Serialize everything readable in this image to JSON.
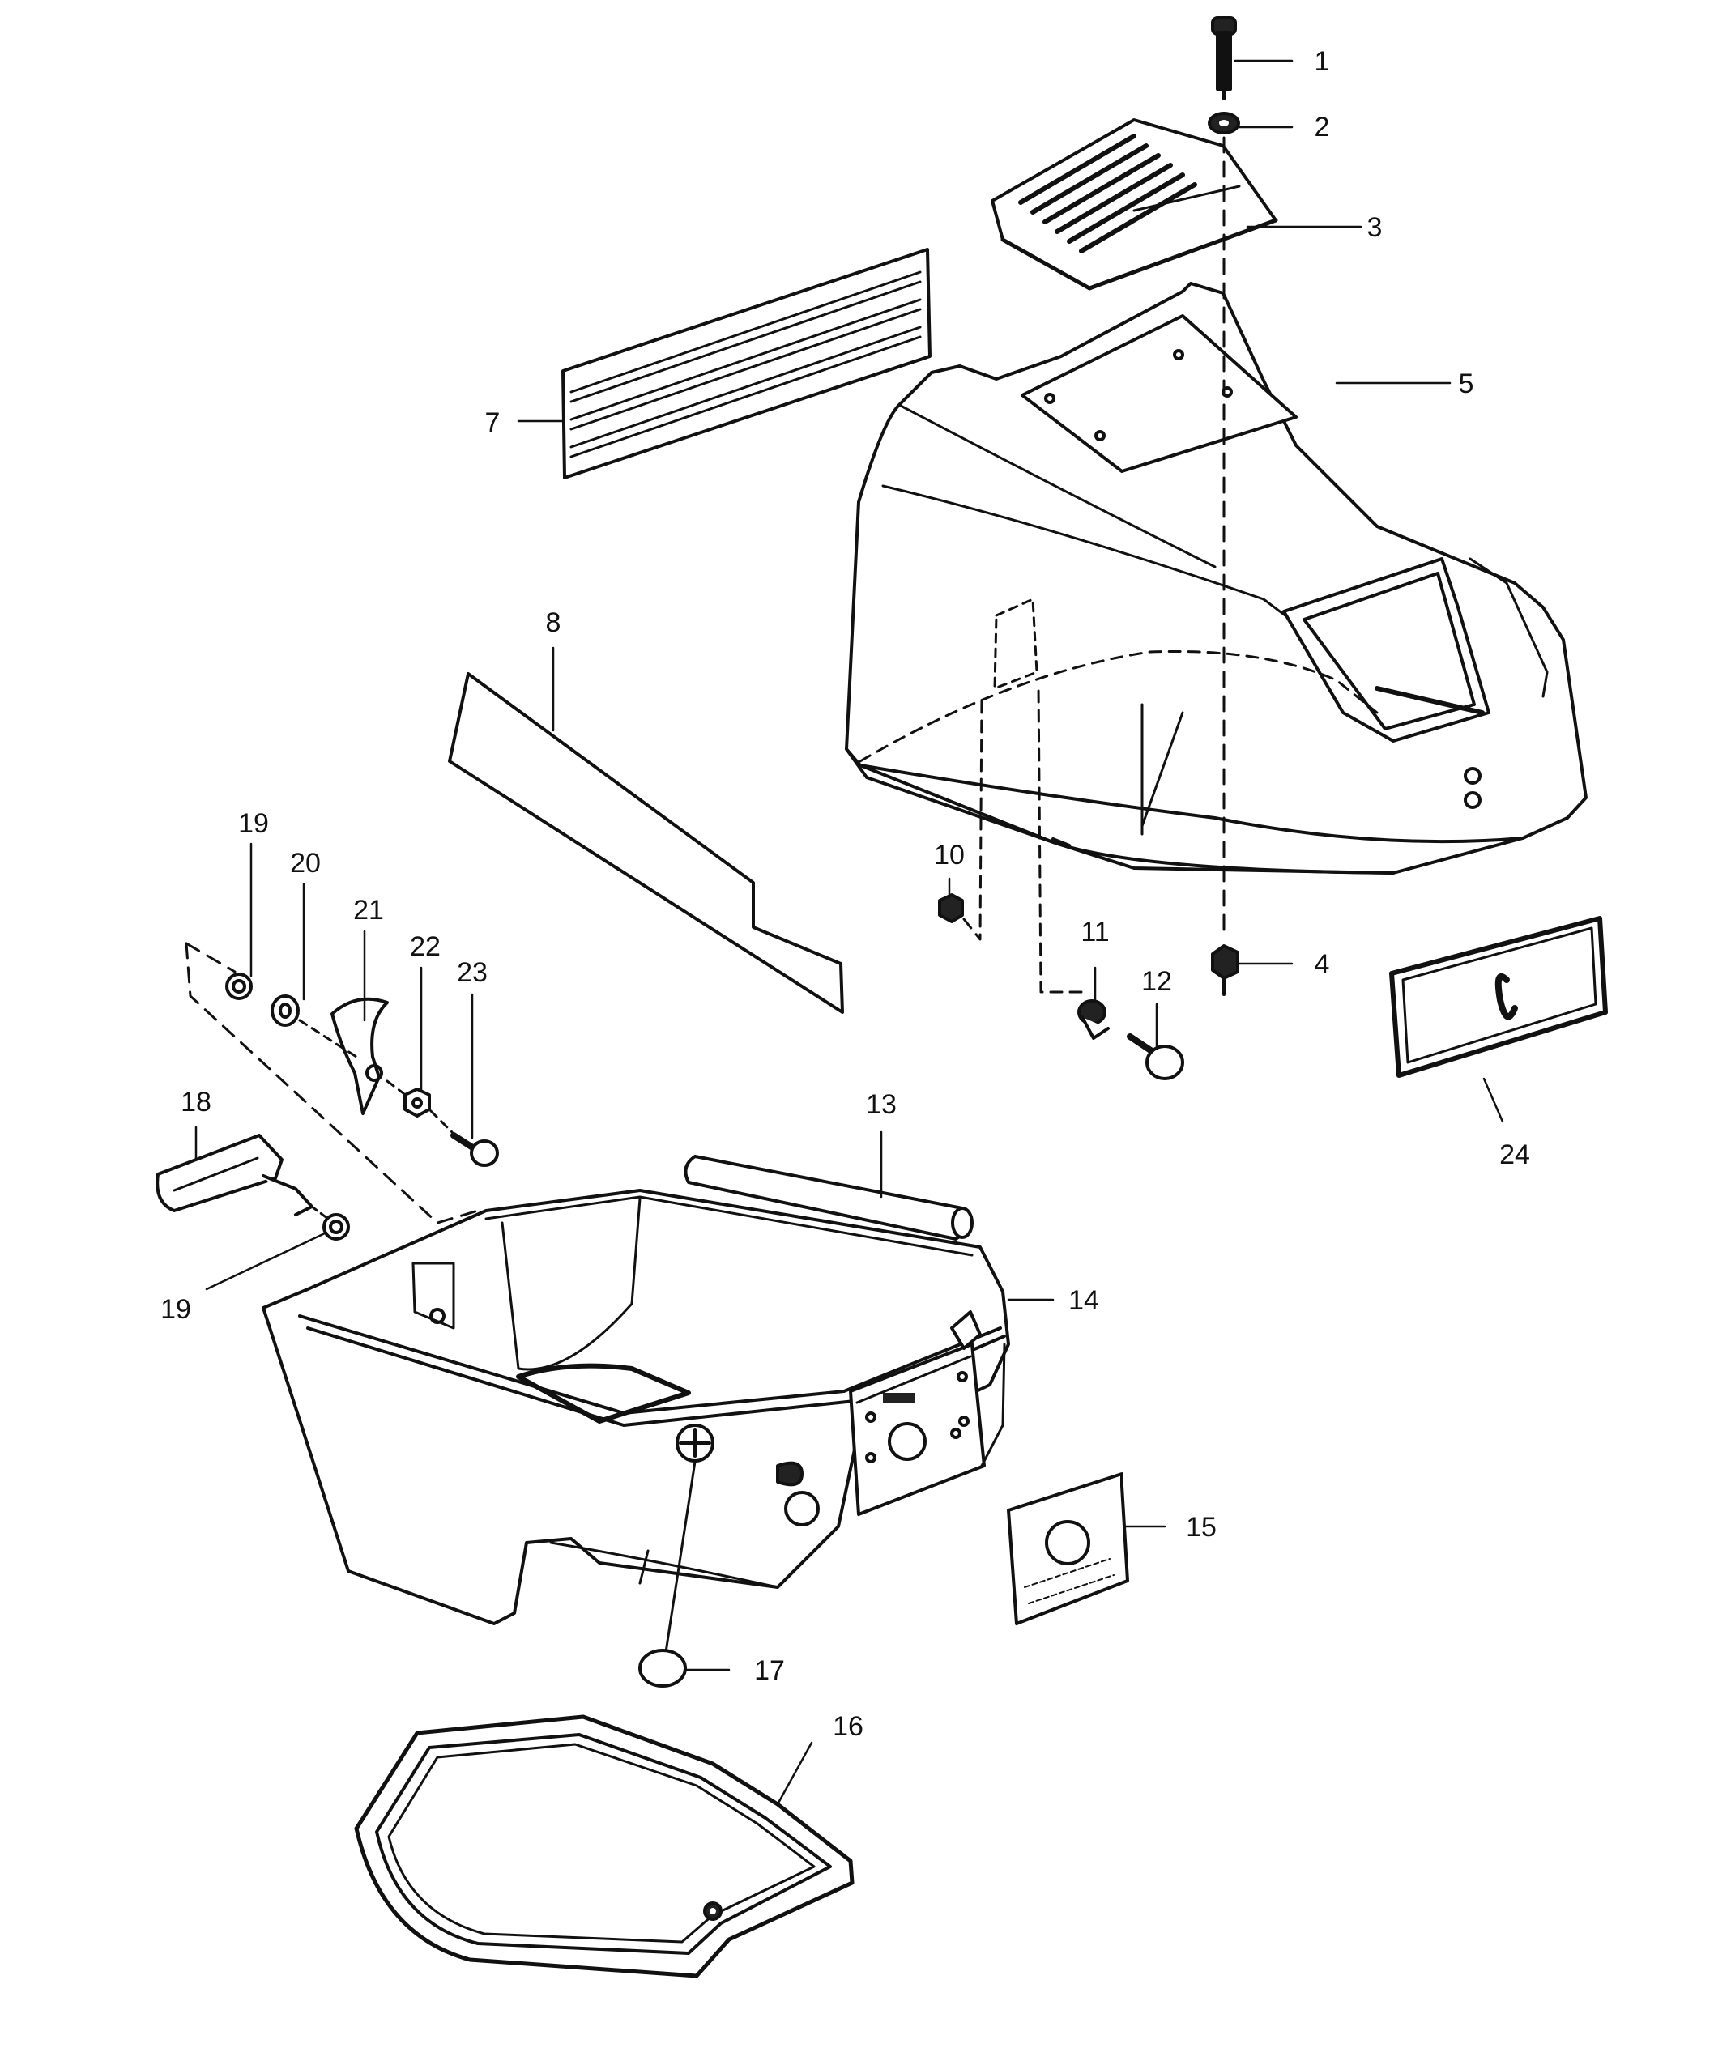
{
  "diagram": {
    "callouts": [
      {
        "id": "c1",
        "label": "1"
      },
      {
        "id": "c2",
        "label": "2"
      },
      {
        "id": "c3",
        "label": "3"
      },
      {
        "id": "c4",
        "label": "4"
      },
      {
        "id": "c5",
        "label": "5"
      },
      {
        "id": "c7",
        "label": "7"
      },
      {
        "id": "c8",
        "label": "8"
      },
      {
        "id": "c10",
        "label": "10"
      },
      {
        "id": "c11",
        "label": "11"
      },
      {
        "id": "c12",
        "label": "12"
      },
      {
        "id": "c13",
        "label": "13"
      },
      {
        "id": "c14",
        "label": "14"
      },
      {
        "id": "c15",
        "label": "15"
      },
      {
        "id": "c16",
        "label": "16"
      },
      {
        "id": "c17",
        "label": "17"
      },
      {
        "id": "c18",
        "label": "18"
      },
      {
        "id": "c19a",
        "label": "19"
      },
      {
        "id": "c19b",
        "label": "19"
      },
      {
        "id": "c20",
        "label": "20"
      },
      {
        "id": "c21",
        "label": "21"
      },
      {
        "id": "c22",
        "label": "22"
      },
      {
        "id": "c23",
        "label": "23"
      },
      {
        "id": "c24",
        "label": "24"
      }
    ],
    "colors": {
      "ink": "#111111",
      "paper": "#ffffff",
      "shade": "#cfcfcf"
    }
  }
}
